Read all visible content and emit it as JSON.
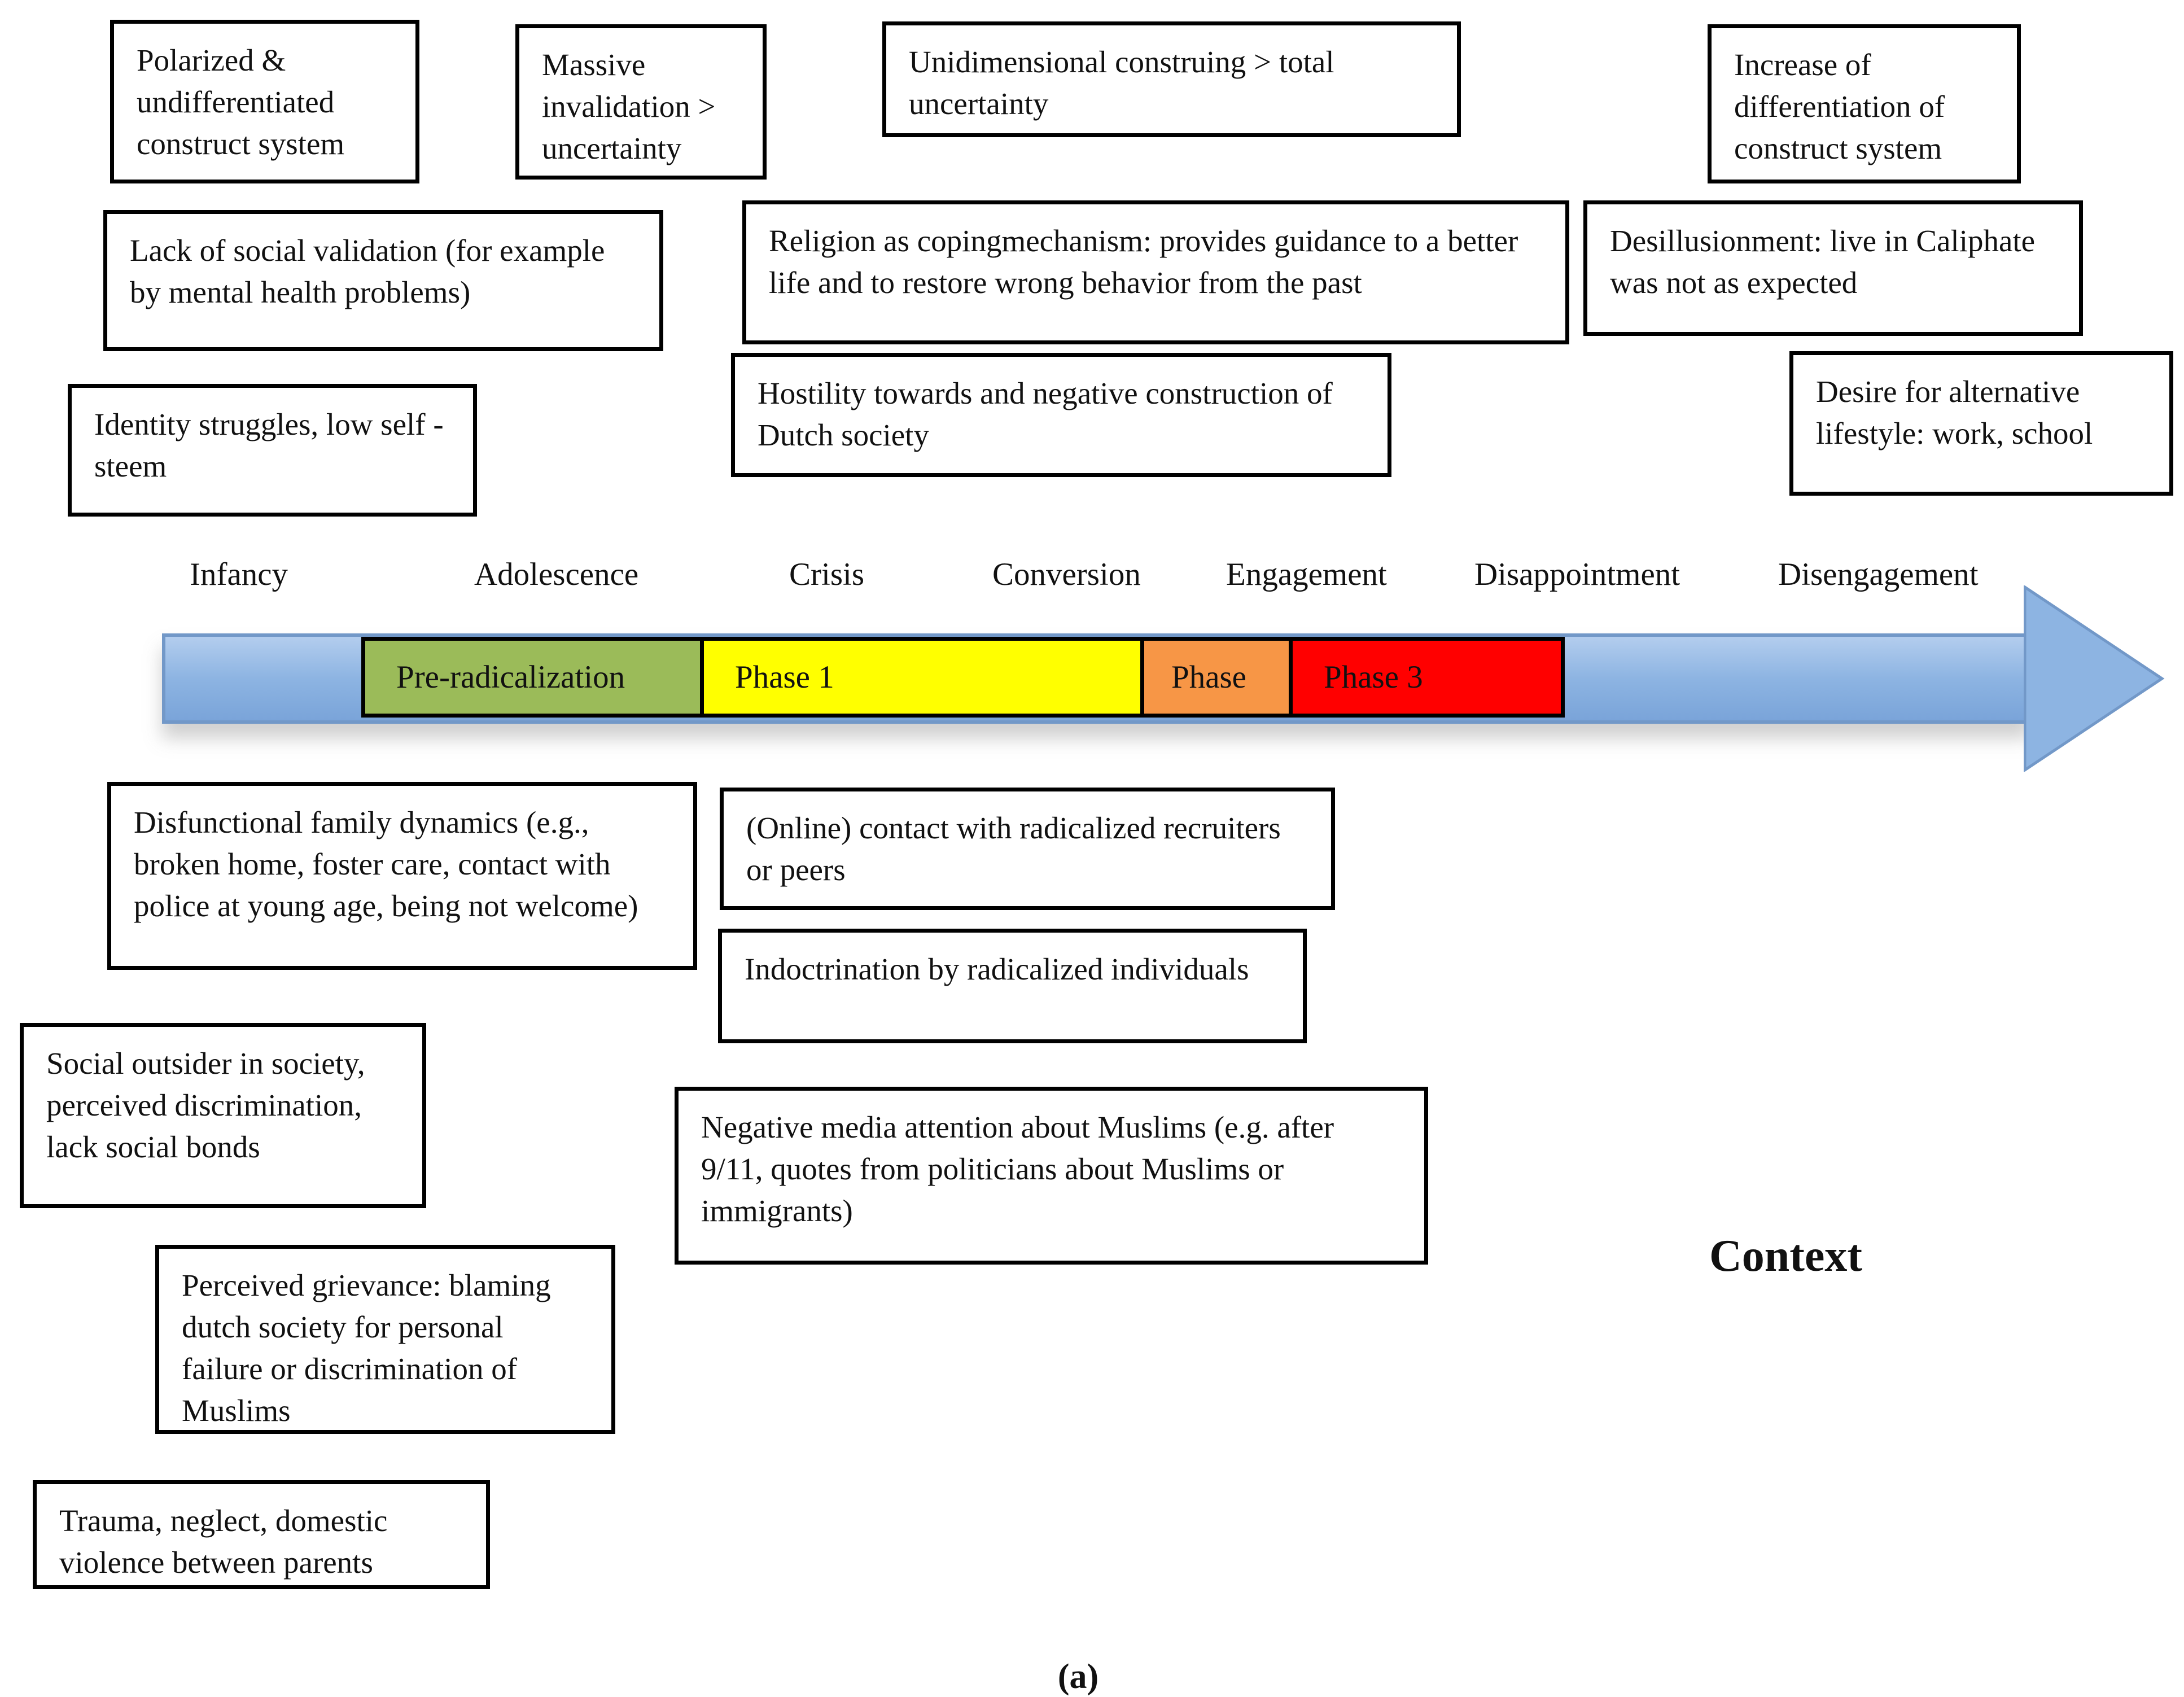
{
  "figure": {
    "caption": "(a)",
    "context_label": "Context"
  },
  "timeline": {
    "stages": [
      "Infancy",
      "Adolescence",
      "Crisis",
      "Conversion",
      "Engagement",
      "Disappointment",
      "Disengagement"
    ],
    "phases": [
      {
        "label": "Pre-radicalization",
        "color": "#9bbb59"
      },
      {
        "label": "Phase 1",
        "color": "#ffff00"
      },
      {
        "label": "Phase",
        "color": "#f79646"
      },
      {
        "label": "Phase 3",
        "color": "#ff0000"
      }
    ],
    "arrow": {
      "fill": "#8db4e2",
      "border": "#7298c8"
    }
  },
  "construct_boxes": {
    "polarized": "Polarized & undifferentiated construct system",
    "massive_invalidation": "Massive invalidation > uncertainty",
    "unidimensional": "Unidimensional construing > total uncertainty",
    "increase_differentiation": "Increase of differentiation of construct system"
  },
  "upper_boxes": {
    "lack_social_validation": "Lack of social validation (for example by mental health problems)",
    "religion_coping": "Religion as copingmechanism: provides guidance to a better life and to restore wrong behavior from the past",
    "desillusionment": "Desillusionment: live in Caliphate was not as expected",
    "identity_struggles": "Identity struggles, low self -steem",
    "hostility": "Hostility towards and negative construction of Dutch society",
    "desire_alternative": "Desire for alternative lifestyle: work, school"
  },
  "context_boxes": {
    "disfunctional_family": "Disfunctional family dynamics (e.g., broken home, foster care, contact with police at young age, being not welcome)",
    "online_contact": "(Online) contact with radicalized recruiters or peers",
    "indoctrination": "Indoctrination by radicalized individuals",
    "social_outsider": "Social outsider in society, perceived discrimination, lack social bonds",
    "negative_media": "Negative media attention about Muslims (e.g. after 9/11, quotes from politicians about Muslims or immigrants)",
    "perceived_grievance": "Perceived grievance: blaming dutch society for personal failure or discrimination of Muslims",
    "trauma": "Trauma, neglect, domestic violence between parents"
  }
}
